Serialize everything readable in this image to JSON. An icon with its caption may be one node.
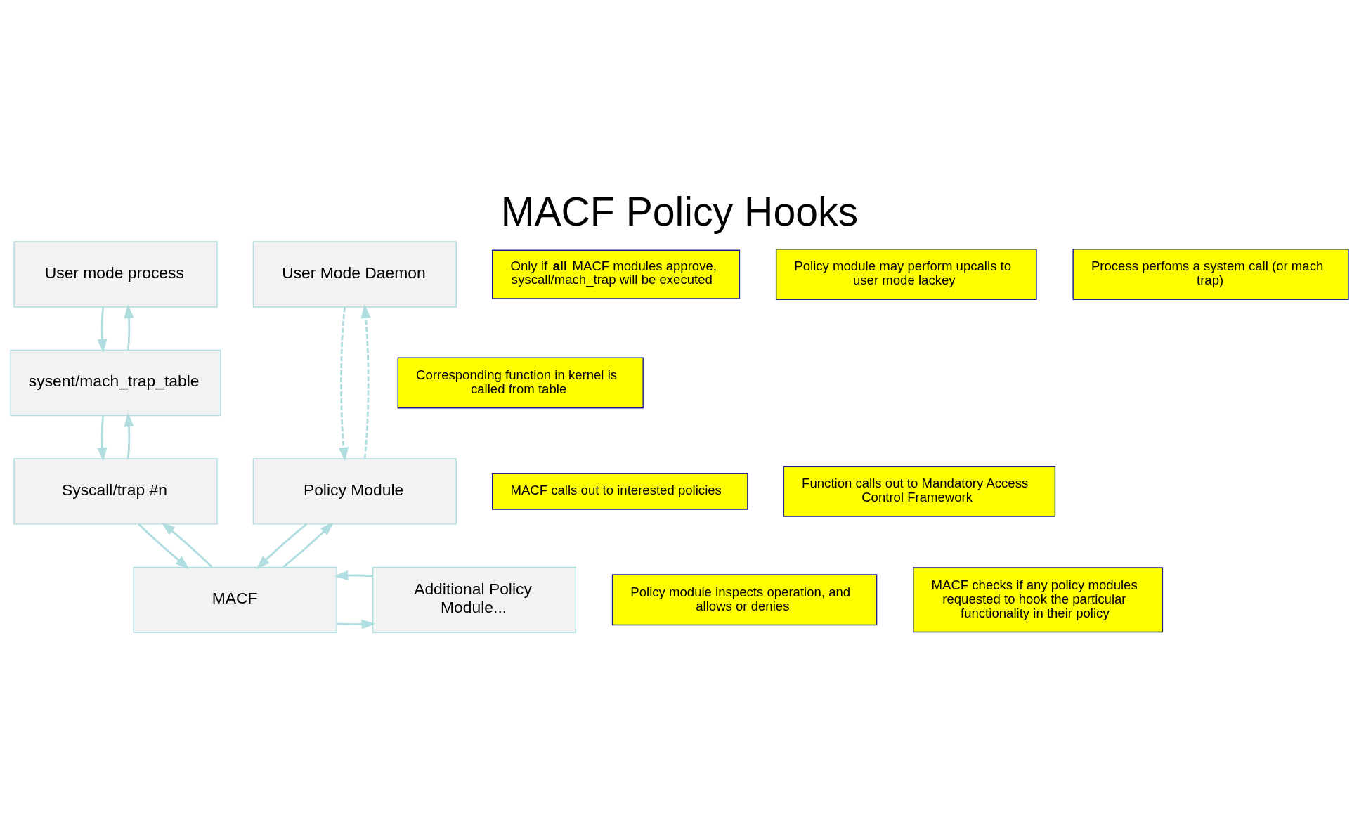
{
  "diagram": {
    "title": "MACF Policy Hooks",
    "nodes": [
      {
        "text": [
          "User mode process"
        ]
      },
      {
        "text": [
          "sysent/mach_trap_table"
        ]
      },
      {
        "text": [
          "Syscall/trap #n"
        ]
      },
      {
        "text": [
          "MACF"
        ]
      },
      {
        "text": [
          "User Mode Daemon"
        ]
      },
      {
        "text": [
          "Policy Module"
        ]
      },
      {
        "text": [
          "Additional Policy Module..."
        ]
      },
      {
        "text": [
          "Only if **all** MACF modules approve, syscall/mach_trap will be executed"
        ]
      },
      {
        "text": [
          "Policy module may perform upcalls to user mode lackey"
        ]
      },
      {
        "text": [
          "Process perfoms a system call (or mach trap)"
        ]
      },
      {
        "text": [
          "Corresponding function in kernel is called from table"
        ]
      },
      {
        "text": [
          "MACF calls out to interested policies"
        ]
      },
      {
        "text": [
          "Function calls out to Mandatory Access Control Framework"
        ]
      },
      {
        "text": [
          "Policy module inspects operation, and allows or denies"
        ]
      },
      {
        "text": [
          "MACF checks if any policy modules requested to hook the particular functionality in their policy"
        ]
      }
    ],
    "edges": [
      {
        "from": 0,
        "to": 1,
        "arrow": "to"
      },
      {
        "from": 1,
        "to": 0,
        "arrow": "to"
      },
      {
        "from": 1,
        "to": 2,
        "arrow": "to"
      },
      {
        "from": 2,
        "to": 1,
        "arrow": "to"
      },
      {
        "from": 2,
        "to": 3,
        "arrow": "to"
      },
      {
        "from": 3,
        "to": 2,
        "arrow": "to"
      },
      {
        "from": 3,
        "to": 5,
        "arrow": "to"
      },
      {
        "from": 5,
        "to": 3,
        "arrow": "to"
      },
      {
        "from": 3,
        "to": 6,
        "arrow": "to"
      },
      {
        "from": 6,
        "to": 3,
        "arrow": "to"
      },
      {
        "from": 5,
        "to": 4,
        "arrow": "to",
        "style": "dashed"
      },
      {
        "from": 4,
        "to": 5,
        "arrow": "to",
        "style": "dashed"
      }
    ]
  }
}
